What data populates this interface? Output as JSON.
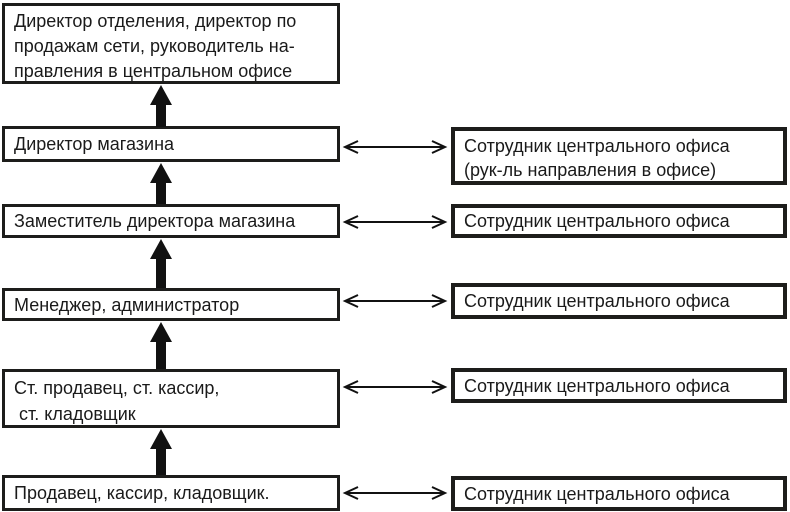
{
  "colors": {
    "background": "#ffffff",
    "box_border": "#1d1d1b",
    "text": "#1a1a1a",
    "arrow": "#111111"
  },
  "diagram": {
    "left_column": [
      {
        "text": "Директор отделения, директор по\nпродажам сети, руководитель на-\nправления в центральном офисе"
      },
      {
        "text": "Директор магазина"
      },
      {
        "text": "Заместитель директора магазина"
      },
      {
        "text": "Менеджер, администратор"
      },
      {
        "text": "Ст. продавец, ст. кассир,\n ст. кладовщик"
      },
      {
        "text": "Продавец, кассир, кладовщик."
      }
    ],
    "right_column": [
      {
        "text": "Сотрудник центрального офиса\n(рук-ль направления в офисе)"
      },
      {
        "text": "Сотрудник центрального офиса"
      },
      {
        "text": "Сотрудник центрального офиса"
      },
      {
        "text": "Сотрудник центрального офиса"
      },
      {
        "text": "Сотрудник центрального офиса"
      }
    ]
  }
}
